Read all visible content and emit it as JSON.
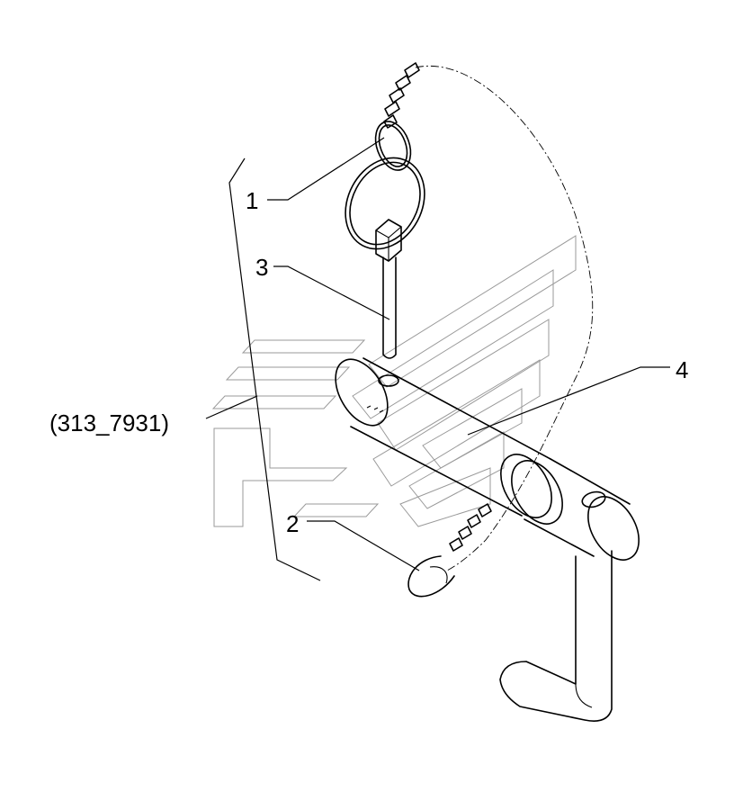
{
  "diagram": {
    "callouts": {
      "part_1": "1",
      "part_2": "2",
      "part_3": "3",
      "part_4": "4",
      "group_ref": "(313_7931)"
    }
  }
}
